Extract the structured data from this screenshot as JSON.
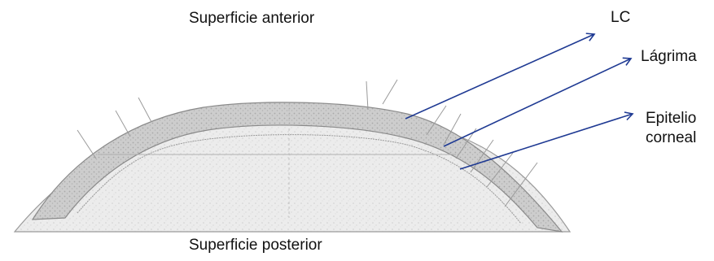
{
  "labels": {
    "anterior": "Superficie anterior",
    "posterior": "Superficie posterior",
    "lc": "LC",
    "lagrima": "Lágrima",
    "epitelio_line1": "Epitelio",
    "epitelio_line2": "corneal"
  },
  "colors": {
    "arrow": "#1f3a93",
    "outline": "#8a8a8a",
    "lens_fill": "#c8c8c8",
    "cornea_fill": "#ededed",
    "text": "#111111"
  }
}
